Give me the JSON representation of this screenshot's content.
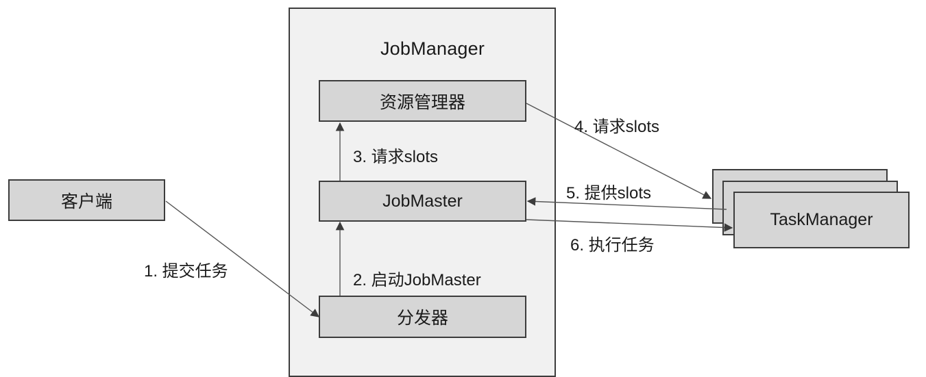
{
  "diagram": {
    "container": {
      "title": "JobManager"
    },
    "nodes": {
      "resource_manager": "资源管理器",
      "job_master": "JobMaster",
      "dispatcher": "分发器",
      "client": "客户端",
      "task_manager": "TaskManager"
    },
    "edges": {
      "submit_job": "1. 提交任务",
      "start_job_master": "2. 启动JobMaster",
      "request_slots_internal": "3. 请求slots",
      "request_slots_external": "4. 请求slots",
      "offer_slots": "5. 提供slots",
      "execute_task": "6. 执行任务"
    },
    "colors": {
      "container_fill": "#f1f1f1",
      "node_fill": "#d6d6d6",
      "stroke": "#3c3c3c",
      "edge": "#555555"
    }
  }
}
